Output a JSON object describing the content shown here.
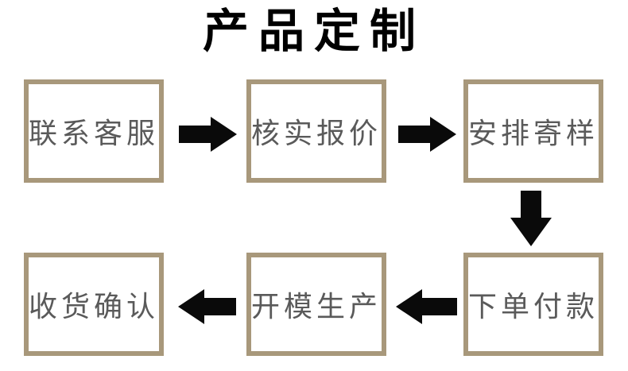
{
  "title": "产品定制",
  "flow": {
    "steps": [
      {
        "order": 1,
        "label": "联系客服"
      },
      {
        "order": 2,
        "label": "核实报价"
      },
      {
        "order": 3,
        "label": "安排寄样"
      },
      {
        "order": 4,
        "label": "下单付款"
      },
      {
        "order": 5,
        "label": "开模生产"
      },
      {
        "order": 6,
        "label": "收货确认"
      }
    ],
    "connections": [
      {
        "from": "联系客服",
        "to": "核实报价",
        "direction": "right"
      },
      {
        "from": "核实报价",
        "to": "安排寄样",
        "direction": "right"
      },
      {
        "from": "安排寄样",
        "to": "下单付款",
        "direction": "down"
      },
      {
        "from": "下单付款",
        "to": "开模生产",
        "direction": "left"
      },
      {
        "from": "开模生产",
        "to": "收货确认",
        "direction": "left"
      }
    ]
  },
  "colors": {
    "background": "#ffffff",
    "box_border": "#a8987b",
    "box_text": "#5a5a5a",
    "title_text": "#000000",
    "arrow": "#0a0a0a"
  }
}
